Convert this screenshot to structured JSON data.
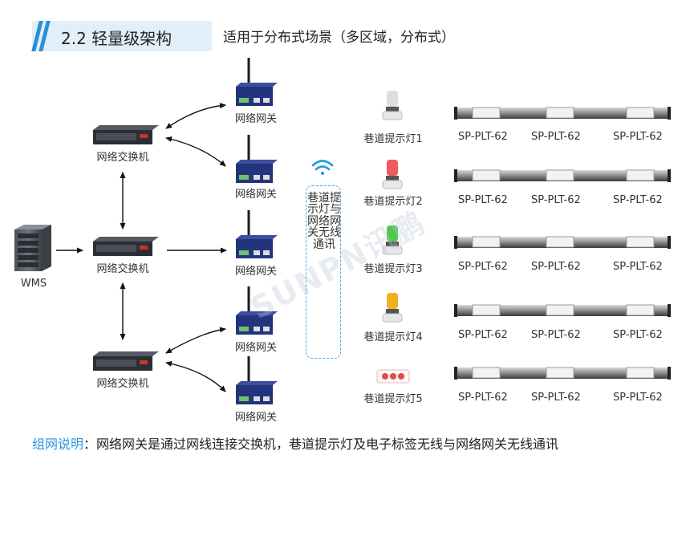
{
  "header": {
    "section_title": "2.2 轻量级架构",
    "subtitle": "适用于分布式场景（多区域，分布式）"
  },
  "wms": {
    "label": "WMS"
  },
  "switches": [
    {
      "label": "网络交换机"
    },
    {
      "label": "网络交换机"
    },
    {
      "label": "网络交换机"
    }
  ],
  "gateways": [
    {
      "label": "网络网关"
    },
    {
      "label": "网络网关"
    },
    {
      "label": "网络网关"
    },
    {
      "label": "网络网关"
    },
    {
      "label": "网络网关"
    }
  ],
  "wireless": {
    "text": "巷道提示灯与网络网关无线通讯",
    "icon": "wifi-icon"
  },
  "lamps": [
    {
      "label": "巷道提示灯1",
      "color": "#dedede"
    },
    {
      "label": "巷道提示灯2",
      "color": "#ef5b5b"
    },
    {
      "label": "巷道提示灯3",
      "color": "#4fc84f"
    },
    {
      "label": "巷道提示灯4",
      "color": "#f0b21c"
    },
    {
      "label": "巷道提示灯5",
      "color": "#e84a4a"
    }
  ],
  "tag_rows": [
    {
      "tags": [
        "SP-PLT-62",
        "SP-PLT-62",
        "SP-PLT-62"
      ]
    },
    {
      "tags": [
        "SP-PLT-62",
        "SP-PLT-62",
        "SP-PLT-62"
      ]
    },
    {
      "tags": [
        "SP-PLT-62",
        "SP-PLT-62",
        "SP-PLT-62"
      ]
    },
    {
      "tags": [
        "SP-PLT-62",
        "SP-PLT-62",
        "SP-PLT-62"
      ]
    },
    {
      "tags": [
        "SP-PLT-62",
        "SP-PLT-62",
        "SP-PLT-62"
      ]
    }
  ],
  "note": {
    "lead": "组网说明",
    "body": "：网络网关是通过网线连接交换机，巷道提示灯及电子标签无线与网络网关无线通讯"
  },
  "watermark": "SUNPN讯鹏",
  "colors": {
    "accent": "#2b96e0",
    "banner": "#e3eff8",
    "dashed_border": "#4da6dd"
  }
}
